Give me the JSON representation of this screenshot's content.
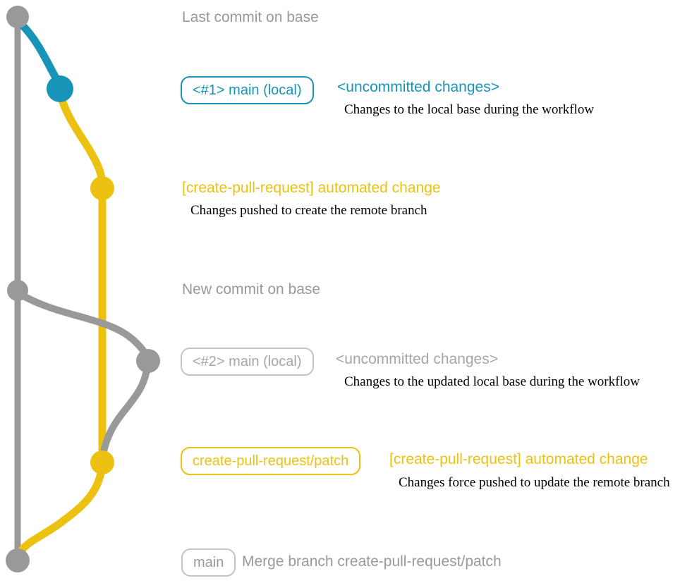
{
  "colors": {
    "gray": "#999999",
    "blue": "#1894b9",
    "yellow": "#edc111",
    "border_gray": "#c4c4c4",
    "label_gray": "#a6a6a6"
  },
  "graph": {
    "commits": [
      {
        "id": "base-last",
        "color": "gray"
      },
      {
        "id": "local-1",
        "color": "blue"
      },
      {
        "id": "remote-1",
        "color": "yellow"
      },
      {
        "id": "base-new",
        "color": "gray"
      },
      {
        "id": "local-2",
        "color": "gray"
      },
      {
        "id": "remote-2",
        "color": "yellow"
      },
      {
        "id": "merge",
        "color": "gray"
      }
    ]
  },
  "annotations": {
    "last_commit_heading": "Last commit on base",
    "commit1_label": "<#1> main (local)",
    "commit1_title": "<uncommitted changes>",
    "commit1_desc": "Changes to the local base during the workflow",
    "push1_title": "[create-pull-request] automated change",
    "push1_desc": "Changes pushed to create the remote branch",
    "new_commit_heading": "New commit on base",
    "commit2_label": "<#2> main (local)",
    "commit2_title": "<uncommitted changes>",
    "commit2_desc": "Changes to the updated local base during the workflow",
    "patch_branch_label": "create-pull-request/patch",
    "push2_title": "[create-pull-request] automated change",
    "push2_desc": "Changes force pushed to update the remote branch",
    "merge_label": "main",
    "merge_title": "Merge branch create-pull-request/patch"
  }
}
